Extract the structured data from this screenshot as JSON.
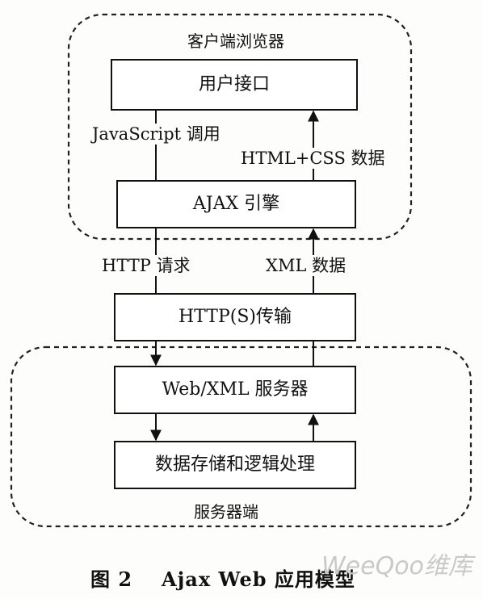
{
  "client": {
    "region_label": "客户端浏览器",
    "user_interface": "用户接口",
    "js_call": "JavaScript 调用",
    "html_css_data": "HTML+CSS 数据",
    "ajax_engine": "AJAX 引擎"
  },
  "transport": {
    "http_request": "HTTP 请求",
    "xml_data": "XML 数据",
    "http_s_transfer": "HTTP(S)传输"
  },
  "server": {
    "web_xml_server": "Web/XML 服务器",
    "storage_logic": "数据存储和逻辑处理",
    "region_label": "服务器端"
  },
  "caption": {
    "figure_no": "图 2",
    "title": "Ajax Web 应用模型"
  },
  "watermark": "WeeQoo维库"
}
